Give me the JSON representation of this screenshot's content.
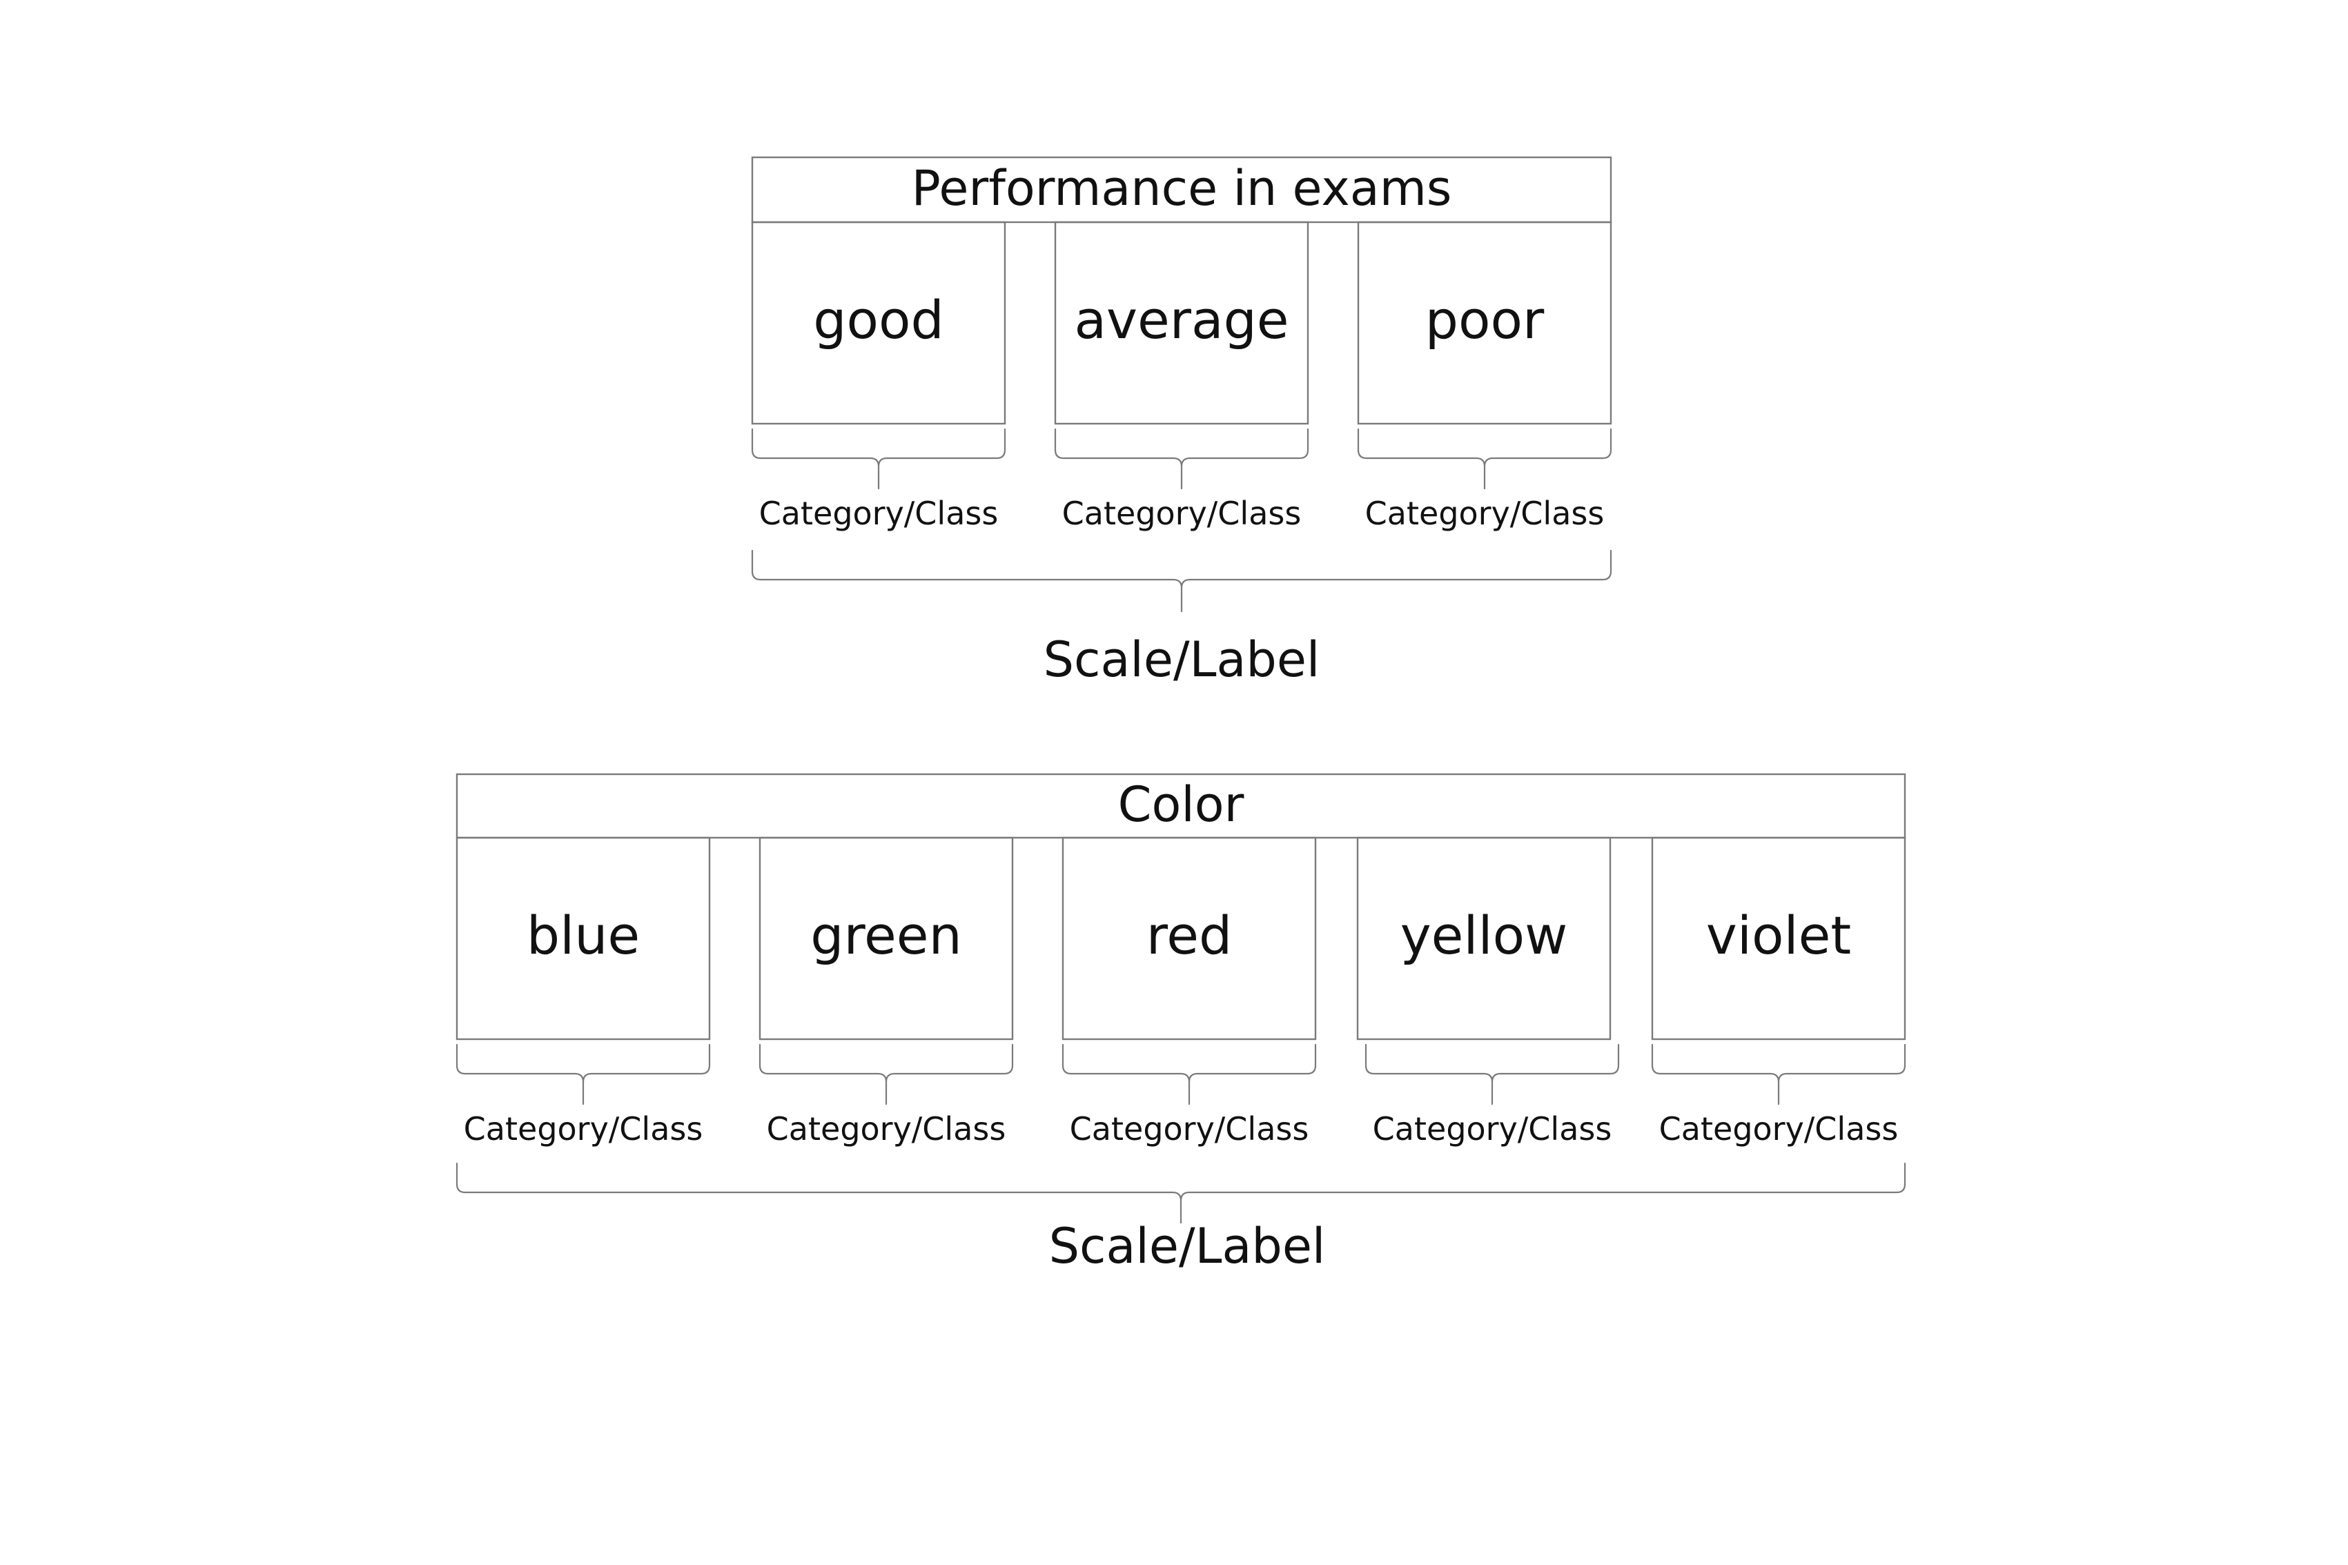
{
  "diagrams": [
    {
      "header": "Performance in exams",
      "categories": [
        "good",
        "average",
        "poor"
      ],
      "category_caption": "Category/Class",
      "scale_caption": "Scale/Label"
    },
    {
      "header": "Color",
      "categories": [
        "blue",
        "green",
        "red",
        "yellow",
        "violet"
      ],
      "category_caption": "Category/Class",
      "scale_caption": "Scale/Label"
    }
  ]
}
